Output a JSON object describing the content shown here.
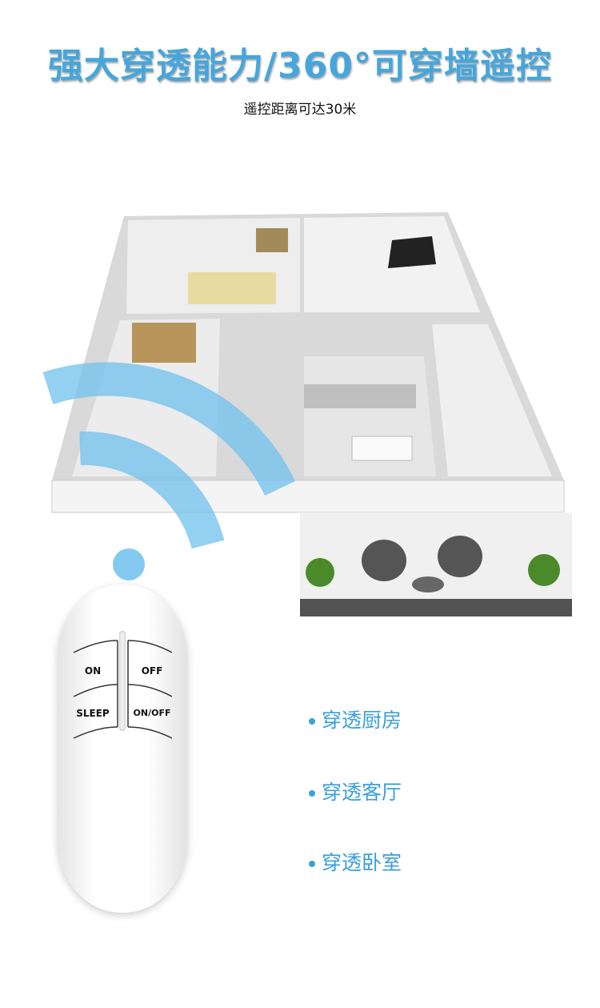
{
  "header": {
    "title": "强大穿透能力/360°可穿墙遥控",
    "subtitle": "遥控距离可达30米"
  },
  "remote": {
    "buttons": [
      "ON",
      "OFF",
      "SLEEP",
      "ON/OFF"
    ]
  },
  "features": [
    "穿透厨房",
    "穿透客厅",
    "穿透卧室"
  ],
  "colors": {
    "accent": "#46a6dc",
    "signal": "#6fc0ec"
  }
}
